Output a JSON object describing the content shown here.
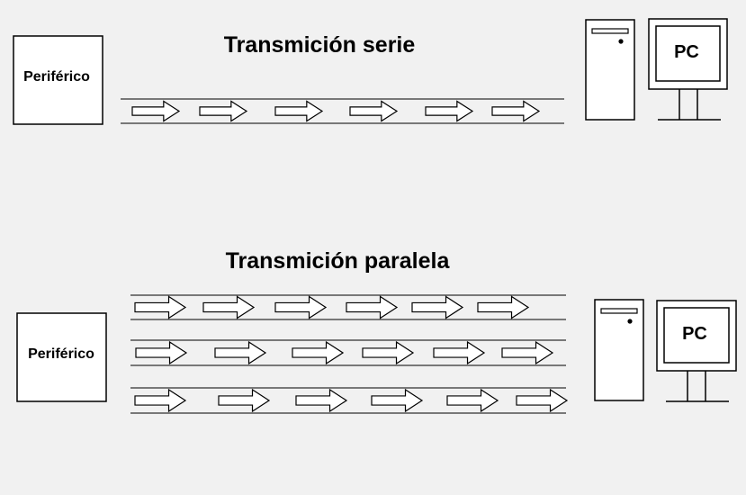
{
  "serial": {
    "title": "Transmición serie",
    "peripheral_label": "Periférico",
    "pc_label": "PC",
    "channel_count": 1,
    "arrows_per_channel": 6,
    "icons": {
      "tower": "computer-tower-icon",
      "monitor": "monitor-icon"
    }
  },
  "parallel": {
    "title": "Transmición paralela",
    "peripheral_label": "Periférico",
    "pc_label": "PC",
    "channel_count": 3,
    "arrows_per_channel": 6,
    "icons": {
      "tower": "computer-tower-icon",
      "monitor": "monitor-icon"
    }
  },
  "colors": {
    "stroke": "#000000",
    "fill": "#ffffff",
    "background": "#f1f1f1"
  }
}
